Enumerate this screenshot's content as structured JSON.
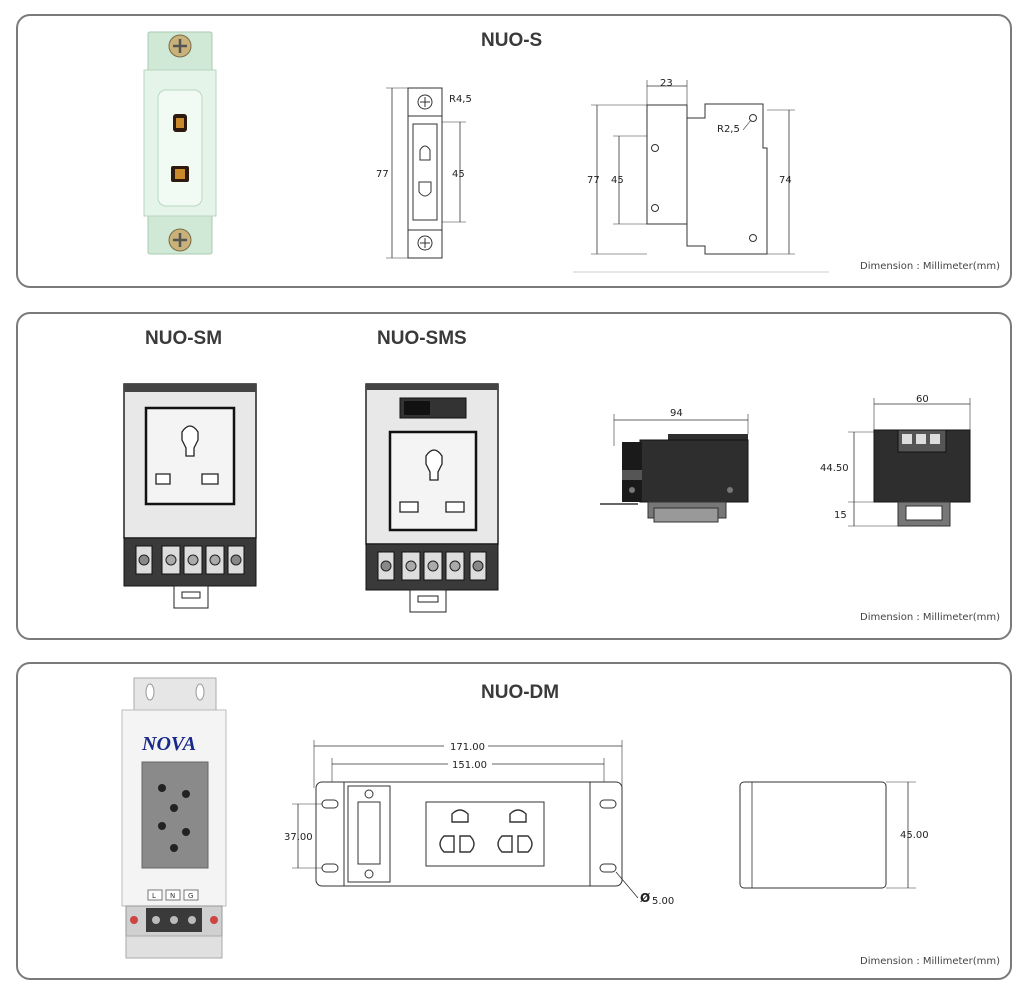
{
  "unit_note": "Dimension : Millimeter(mm)",
  "nuo_s": {
    "title": "NUO-S",
    "front": {
      "r": "R4,5",
      "h77": "77",
      "h45": "45"
    },
    "side": {
      "w23": "23",
      "r": "R2,5",
      "h77": "77",
      "h45": "45",
      "h74": "74"
    }
  },
  "nuo_sm": {
    "title_sm": "NUO-SM",
    "title_sms": "NUO-SMS",
    "side": {
      "w94": "94"
    },
    "back": {
      "w60": "60",
      "h4450": "44.50",
      "h15": "15"
    }
  },
  "nuo_dm": {
    "title": "NUO-DM",
    "brand": "NOVA",
    "terminal_labels": [
      "L",
      "N",
      "G"
    ],
    "plan": {
      "w171": "171.00",
      "w151": "151.00",
      "h37": "37.00",
      "hole": "5.00",
      "hole_symbol": "Ø"
    },
    "side": {
      "h45": "45.00"
    }
  }
}
